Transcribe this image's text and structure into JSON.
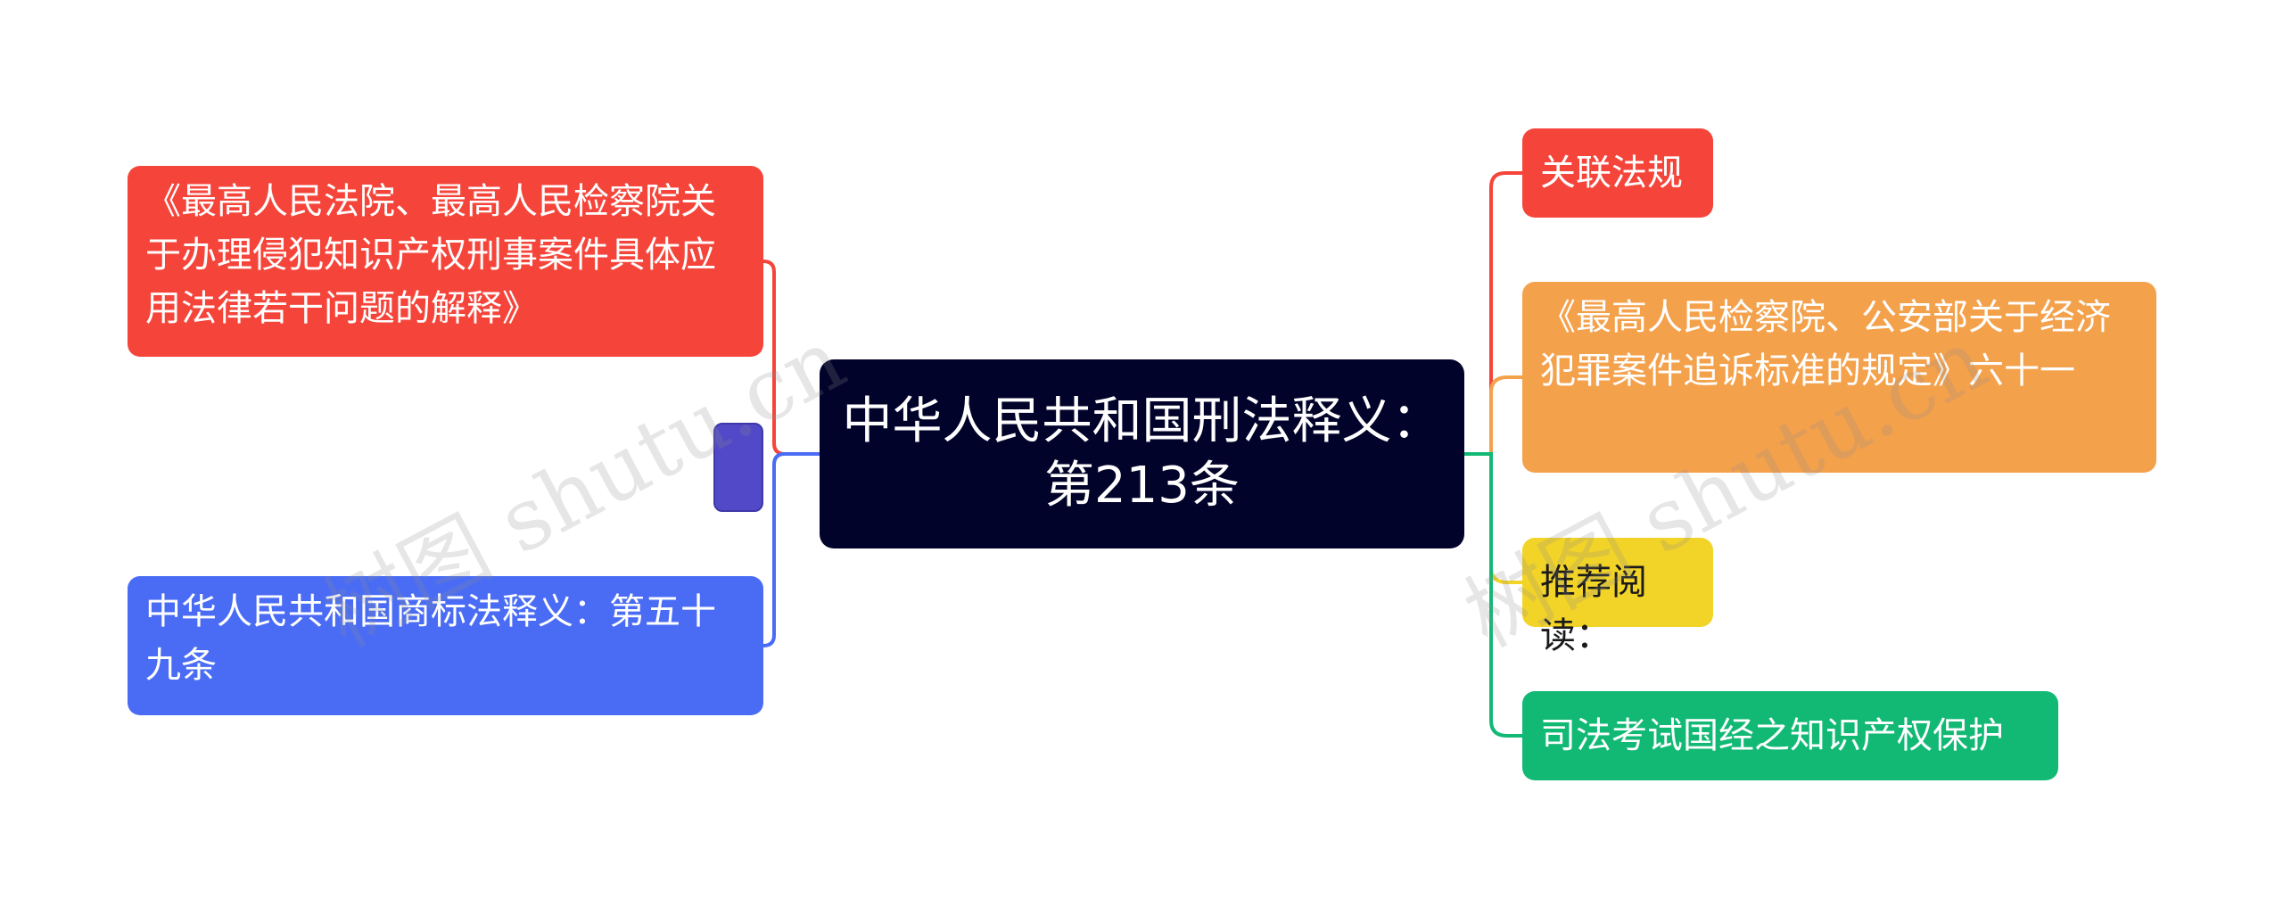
{
  "root": {
    "text": "中华人民共和国刑法释义：第213条"
  },
  "left_nodes": [
    {
      "text": "《最高人民法院、最高人民检察院关于办理侵犯知识产权刑事案件具体应用法律若干问题的解释》",
      "color": "#f5453b"
    },
    {
      "text": "中华人民共和国商标法释义：第五十九条",
      "color": "#4a6cf5"
    }
  ],
  "right_nodes": [
    {
      "text": "关联法规",
      "color": "#f5453b"
    },
    {
      "text": "《最高人民检察院、公安部关于经济犯罪案件追诉标准的规定》六十一",
      "color": "#f4a14c"
    },
    {
      "text": "推荐阅读：",
      "color": "#f2d328"
    },
    {
      "text": "司法考试国经之知识产权保护",
      "color": "#12b975"
    }
  ],
  "watermark": {
    "text": "树图 shutu.cn"
  },
  "colors": {
    "root_bg": "#02032a",
    "collapse": "#5149c8"
  }
}
